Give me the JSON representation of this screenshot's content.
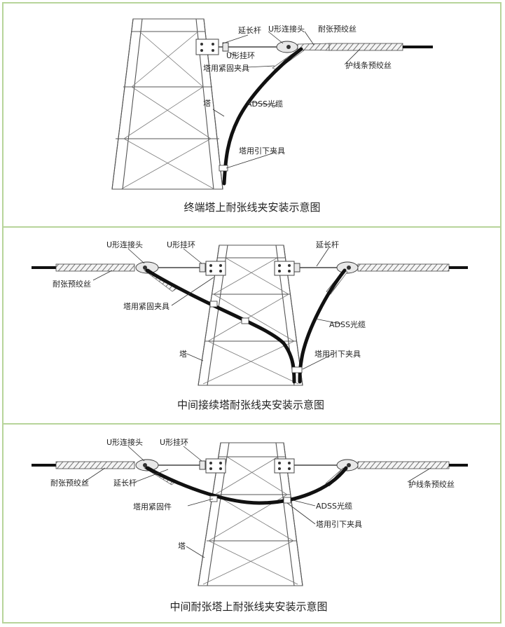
{
  "colors": {
    "frame": "#b7d49a",
    "line": "#555555",
    "cable": "#111111"
  },
  "panels": [
    {
      "caption": "终端塔上耐张线夹安装示意图",
      "labels": {
        "extension_rod": "延长杆",
        "u_connector": "U形连接头",
        "tension_preform": "耐张预绞丝",
        "u_ring": "U形挂环",
        "guard_preform": "护线条预绞丝",
        "tower_clamp": "塔用紧固夹具",
        "tower": "塔",
        "adss_cable": "ADSS光缆",
        "downlead_clamp": "塔用引下夹具"
      }
    },
    {
      "caption": "中间接续塔耐张线夹安装示意图",
      "labels": {
        "u_connector": "U形连接头",
        "u_ring": "U形挂环",
        "extension_rod": "延长杆",
        "tension_preform": "耐张预绞丝",
        "tower_clamp": "塔用紧固夹具",
        "adss_cable": "ADSS光缆",
        "tower": "塔",
        "downlead_clamp": "塔用引下夹具"
      }
    },
    {
      "caption": "中间耐张塔上耐张线夹安装示意图",
      "labels": {
        "u_connector": "U形连接头",
        "u_ring": "U形挂环",
        "tension_preform": "耐张预绞丝",
        "extension_rod": "延长杆",
        "guard_preform": "护线条预绞丝",
        "tower_fastener": "塔用紧固件",
        "adss_cable": "ADSS光缆",
        "downlead_clamp": "塔用引下夹具",
        "tower": "塔"
      }
    }
  ]
}
